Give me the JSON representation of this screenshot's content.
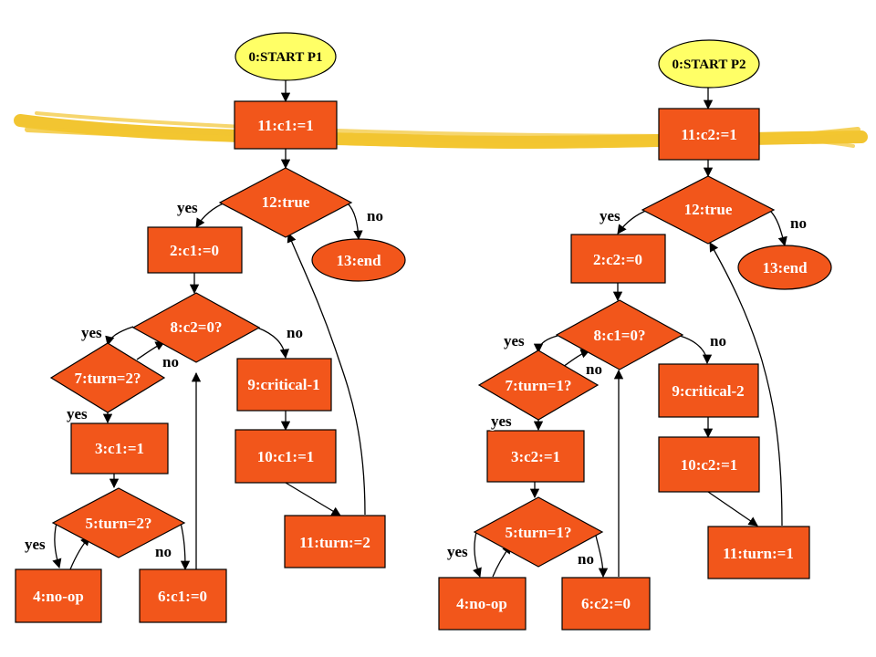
{
  "p1": {
    "start": "0:START P1",
    "n11": "11:c1:=1",
    "n12": "12:true",
    "n2": "2:c1:=0",
    "n13": "13:end",
    "n8": "8:c2=0?",
    "n7": "7:turn=2?",
    "n9": "9:critical-1",
    "n3": "3:c1:=1",
    "n10": "10:c1:=1",
    "n5": "5:turn=2?",
    "n11b": "11:turn:=2",
    "n4": "4:no-op",
    "n6": "6:c1:=0",
    "labels": {
      "yes12": "yes",
      "no12": "no",
      "yes8": "yes",
      "no8": "no",
      "no7": "no",
      "yes7": "yes",
      "yes5": "yes",
      "no5": "no"
    }
  },
  "p2": {
    "start": "0:START P2",
    "n11": "11:c2:=1",
    "n12": "12:true",
    "n2": "2:c2:=0",
    "n13": "13:end",
    "n8": "8:c1=0?",
    "n7": "7:turn=1?",
    "n9": "9:critical-2",
    "n3": "3:c2:=1",
    "n10": "10:c2:=1",
    "n5": "5:turn=1?",
    "n11b": "11:turn:=1",
    "n4": "4:no-op",
    "n6": "6:c2:=0",
    "labels": {
      "yes12": "yes",
      "no12": "no",
      "yes8": "yes",
      "no8": "no",
      "no7": "no",
      "yes7": "yes",
      "yes5": "yes",
      "no5": "no"
    }
  },
  "colors": {
    "node_fill": "#f2561b",
    "start_fill": "#ffff66",
    "brush_stroke": "#f2c531"
  }
}
